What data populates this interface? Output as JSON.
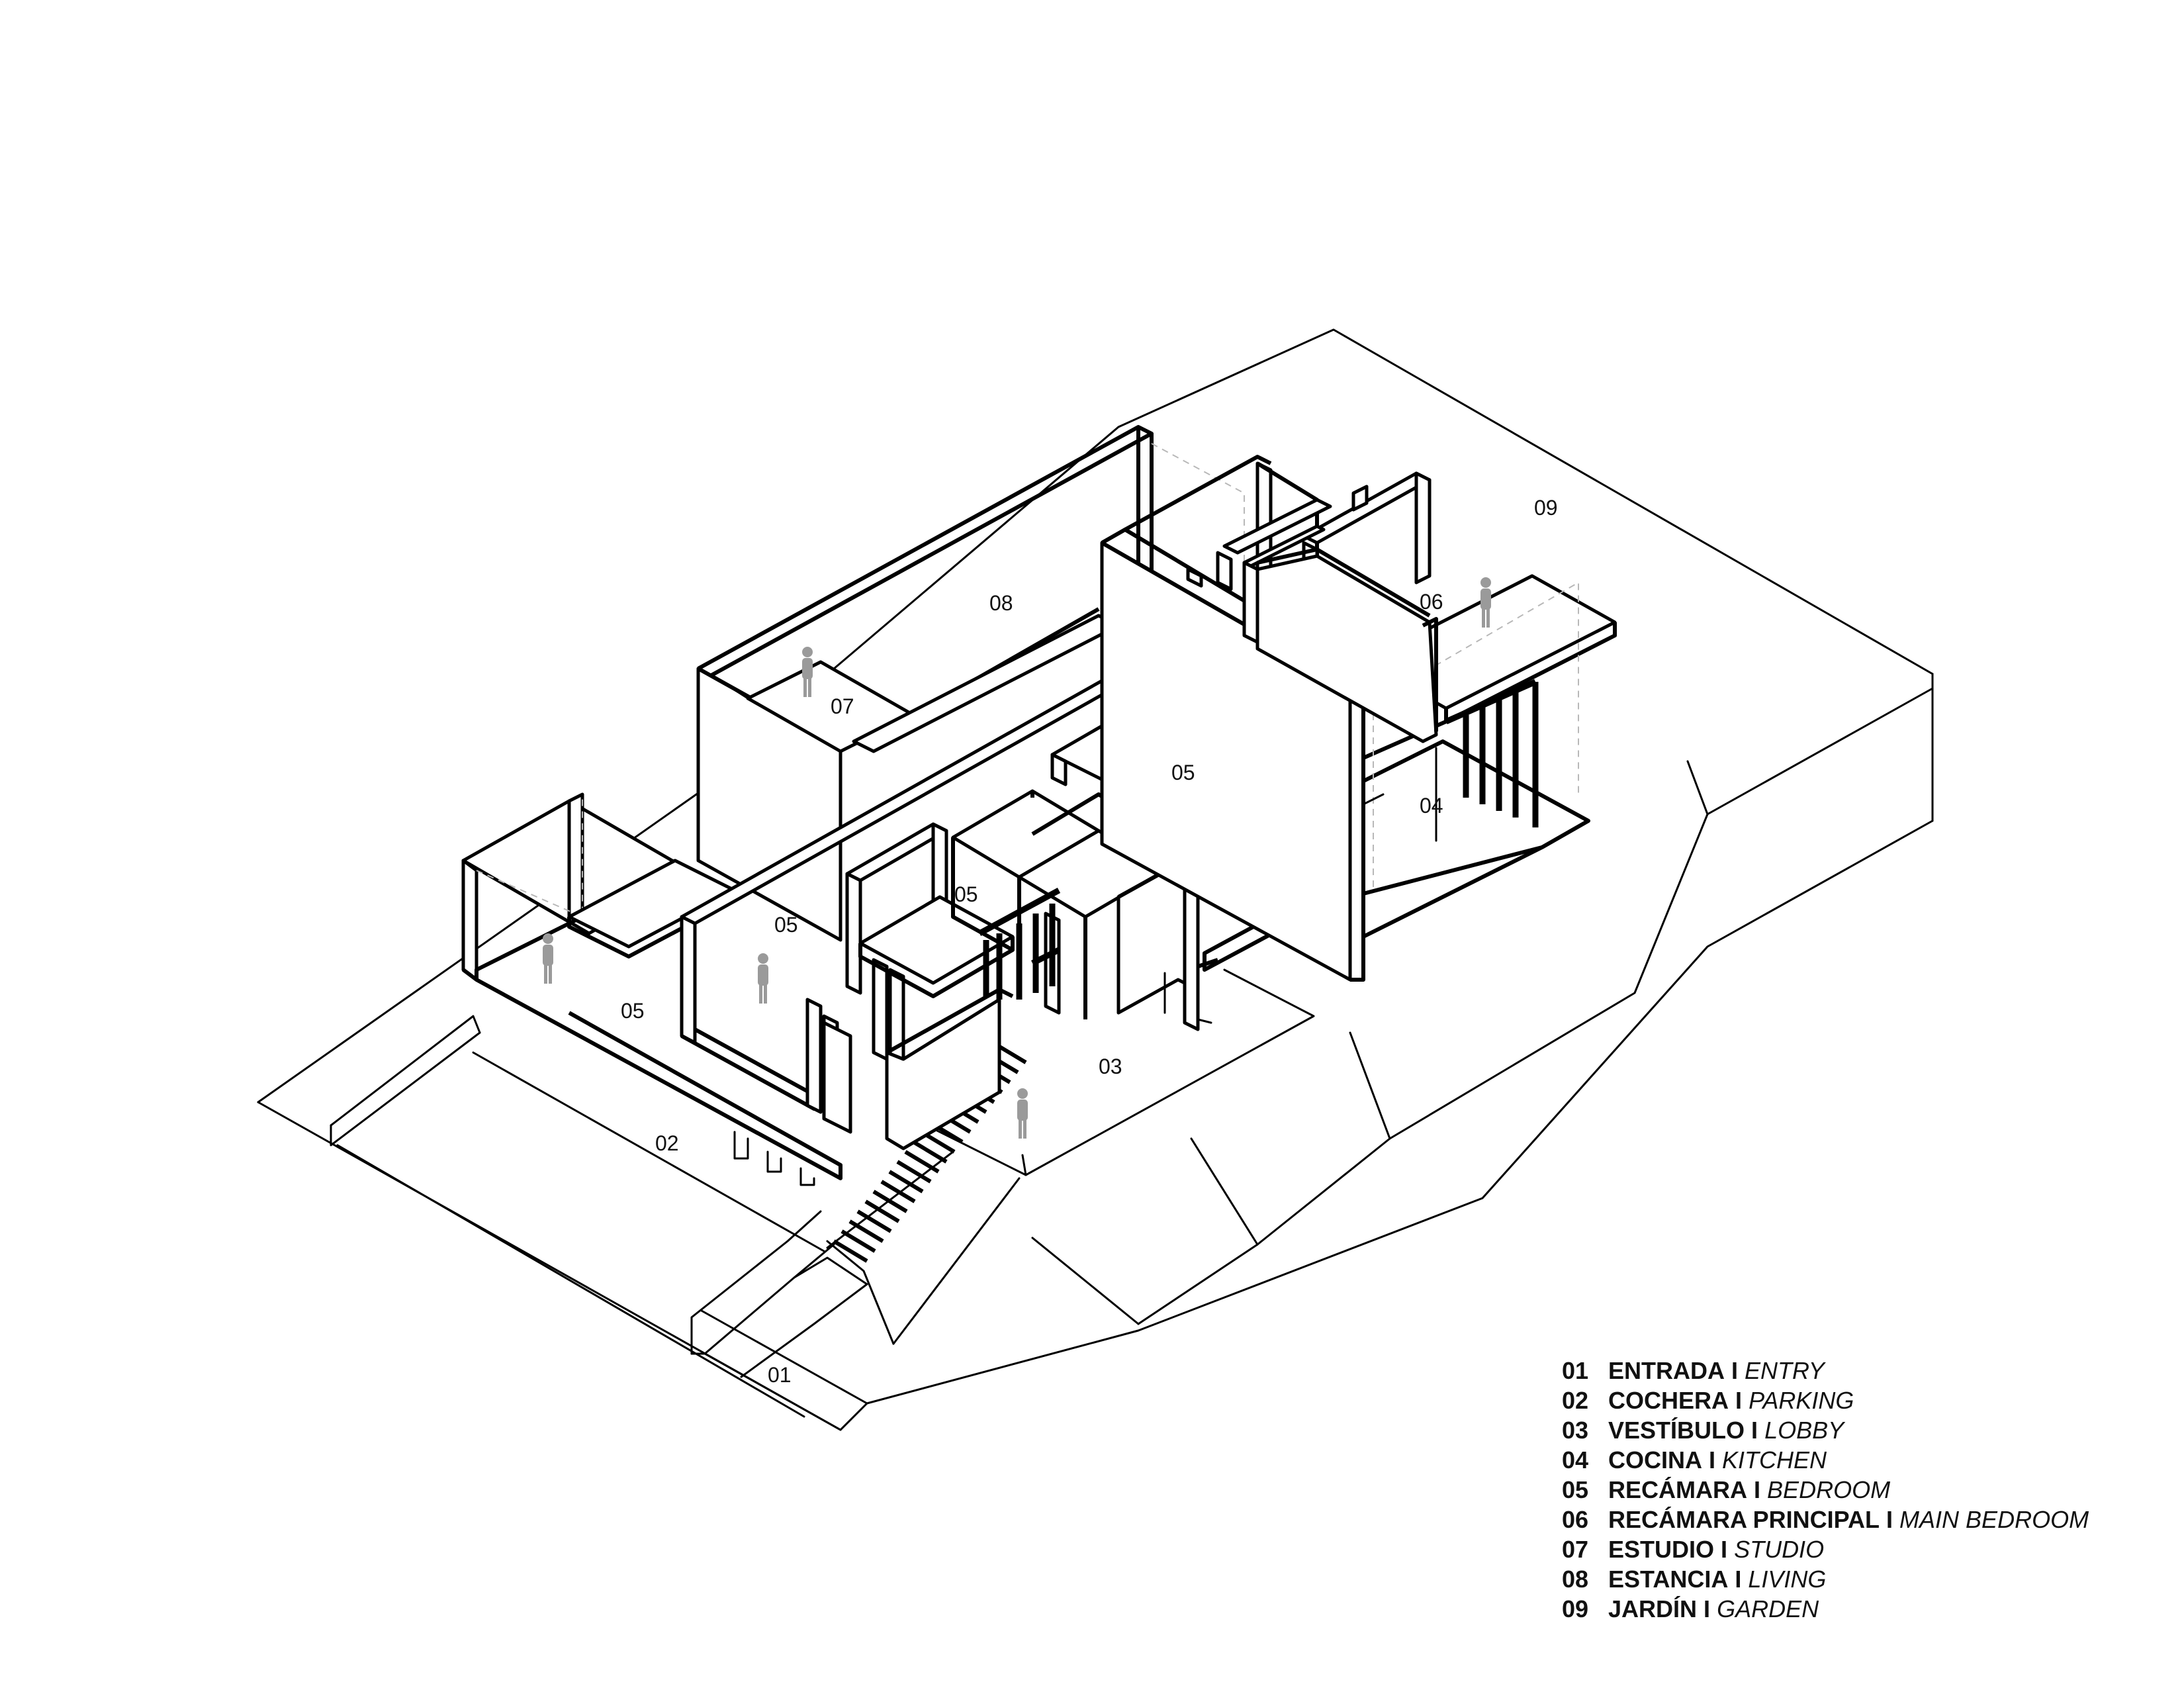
{
  "room_tags": {
    "t01": "01",
    "t02": "02",
    "t03": "03",
    "t04": "04",
    "t05a": "05",
    "t05b": "05",
    "t05c": "05",
    "t05d": "05",
    "t06": "06",
    "t07": "07",
    "t08": "08",
    "t09": "09"
  },
  "legend": {
    "separator": "I",
    "items": [
      {
        "code": "01",
        "es": "ENTRADA",
        "en": "ENTRY"
      },
      {
        "code": "02",
        "es": "COCHERA",
        "en": "PARKING"
      },
      {
        "code": "03",
        "es": "VESTÍBULO",
        "en": "LOBBY"
      },
      {
        "code": "04",
        "es": "COCINA",
        "en": "KITCHEN"
      },
      {
        "code": "05",
        "es": "RECÁMARA",
        "en": "BEDROOM"
      },
      {
        "code": "06",
        "es": "RECÁMARA PRINCIPAL",
        "en": "MAIN BEDROOM"
      },
      {
        "code": "07",
        "es": "ESTUDIO",
        "en": "STUDIO"
      },
      {
        "code": "08",
        "es": "ESTANCIA",
        "en": "LIVING"
      },
      {
        "code": "09",
        "es": "JARDÍN",
        "en": "GARDEN"
      }
    ]
  },
  "colors": {
    "line": "#000000",
    "background": "#ffffff",
    "human_figure": "#9a9a9a",
    "hidden_edges": "#b8b8b8"
  }
}
